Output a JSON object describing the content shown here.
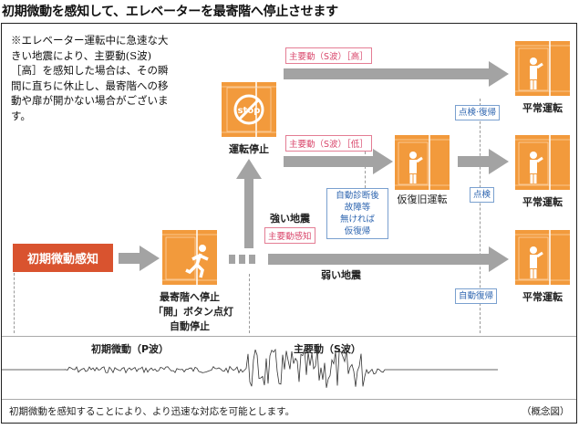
{
  "title": "初期微動を感知して、エレベーターを最寄階へ停止させます",
  "note": "※エレベーター運転中に急速な大きい地震により、主要動(S波)［高］を感知した場合は、その瞬間に直ちに休止し、最寄階への移動や扉が開かない場合がございます。",
  "detect_label": "初期微動感知",
  "nearest_stop": {
    "line1": "最寄階へ停止",
    "line2": "「開」ボタン点灯",
    "line3": "自動停止"
  },
  "stop_icon_text": "stop",
  "stop_label": "運転停止",
  "strong_quake": "強い地震",
  "main_motion_detect": "主要動感知",
  "weak_quake": "弱い地震",
  "row_high_tag": "主要動（S波）［高］",
  "row_low_tag": "主要動（S波）［低］",
  "auto_diag": {
    "line1": "自動診断後",
    "line2": "故障等",
    "line3": "無ければ",
    "line4": "仮復帰"
  },
  "temp_restore_label": "仮復旧運転",
  "inspect_restore": "点検·復帰",
  "inspect": "点検",
  "auto_restore": "自動復帰",
  "normal_op": "平常運転",
  "p_wave": "初期微動（P波）",
  "s_wave": "主要動（S波）",
  "footer": "初期微動を感知することにより、より迅速な対応を可能とします。",
  "concept": "（概念図）",
  "colors": {
    "orange": "#f29a3c",
    "red": "#d9532f",
    "gray": "#a3a3a3",
    "pink": "#d9466b",
    "blue": "#2f66b0"
  }
}
